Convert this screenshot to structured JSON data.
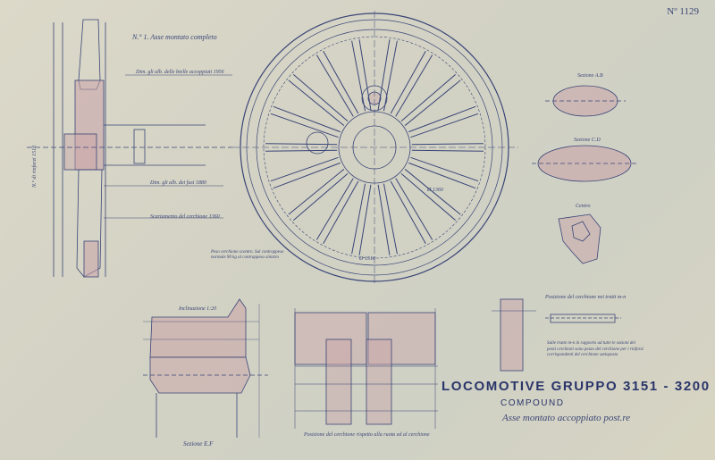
{
  "sheet_number": "Nº 1129",
  "title": "LOCOMOTIVE     GRUPPO     3151 - 3200",
  "subtitle": "COMPOUND",
  "assembly_name": "Asse montato accoppiato post.re",
  "labels": {
    "main_view": "N.° 1. Asse montato completo",
    "axle_note_1": "Dim. gli alb. delle bielle accoppiati 1956",
    "axle_note_2": "Dim. gli alb. dei fusi 1880",
    "axle_note_3": "Scartamento del cerchione 1360",
    "axle_vertical": "N.° di rinforzi 1510",
    "weight_note": "Peso  cerchione scontro.  Sul contrappeso normale 90 kg  al contrappeso  sinistro",
    "section_ab": "Sezione A.B",
    "section_cd": "Sezione C.D",
    "centre": "Centro",
    "hub_section": "Sezione E.F",
    "rim_profile": "Posizione del cerchione nei tratti m-n",
    "rim_note": "Sulle tratte m-n in rapporto ad tutte le sezioni dei pezzi  cerchioni sono pezzo del cerchione per i rinforzi corrispondenti del cerchione sottoposto",
    "bottom_note": "Posizione del cerchione rispetto alla ruota ed al cerchione",
    "hub_note": "Inclinazione 1:20",
    "wheel_dim": "Ø 1510",
    "tyre_dim": "Ø 1360"
  },
  "colors": {
    "ink": "#2f3b6e",
    "pink": "#c9a3a8",
    "pink_dark": "#b88890",
    "paper": "#d9d6c6"
  }
}
